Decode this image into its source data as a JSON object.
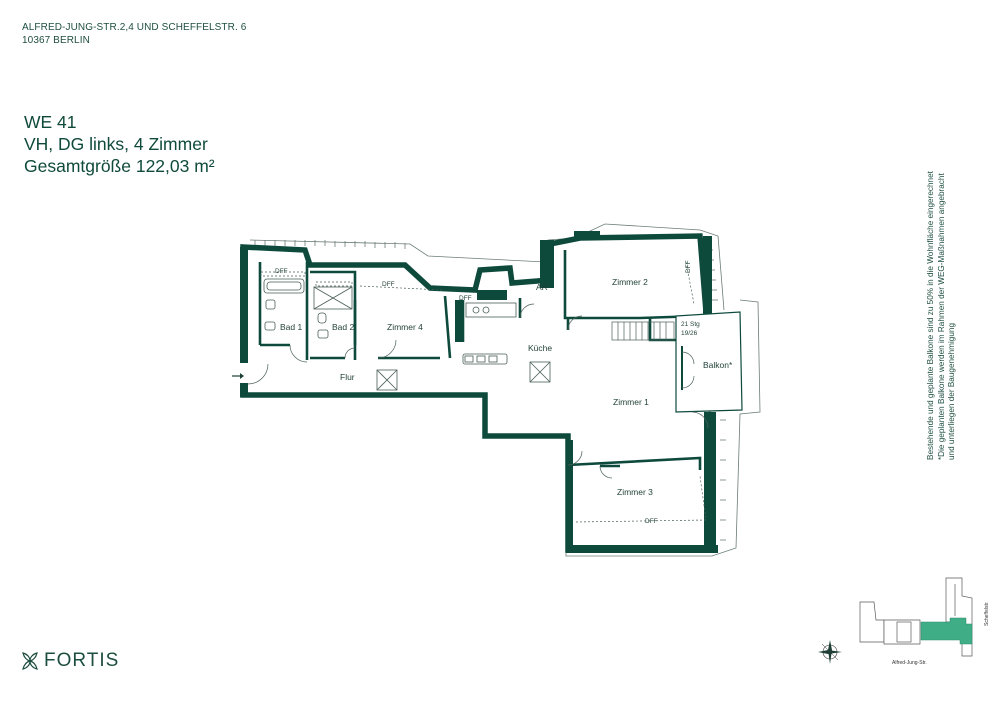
{
  "address": {
    "line1": "ALFRED-JUNG-STR.2,4 UND SCHEFFELSTR. 6",
    "line2": "10367 BERLIN"
  },
  "unit": {
    "number": "WE 41",
    "location": "VH, DG links, 4 Zimmer",
    "size": "Gesamtgröße 122,03 m²"
  },
  "note": {
    "line1": "Bestehende und geplante Balkone sind zu 50% in die Wohnfläche eingerechnet",
    "line2": "*Die geplanten Balkone werden im Rahmen der WEG-Maßnahmen angebracht",
    "line3": "und unterliegen der Baugenehmigung"
  },
  "rooms": {
    "bad1": "Bad 1",
    "bad2": "Bad 2",
    "zimmer4": "Zimmer 4",
    "zimmer2": "Zimmer 2",
    "zimmer1": "Zimmer 1",
    "zimmer3": "Zimmer 3",
    "flur": "Flur",
    "kueche": "Küche",
    "ar": "AR",
    "balkon": "Balkon*"
  },
  "labels": {
    "dff": "DFF",
    "stairs_steps": "21 Stg",
    "stairs_ratio": "19/26"
  },
  "site_plan": {
    "street1": "Alfred-Jung-Str.",
    "street2": "Scheffelstr."
  },
  "brand": {
    "name": "FORTIS"
  },
  "colors": {
    "wall": "#0d4a3c",
    "highlight": "#3fae87",
    "text": "#0f4a3a"
  }
}
